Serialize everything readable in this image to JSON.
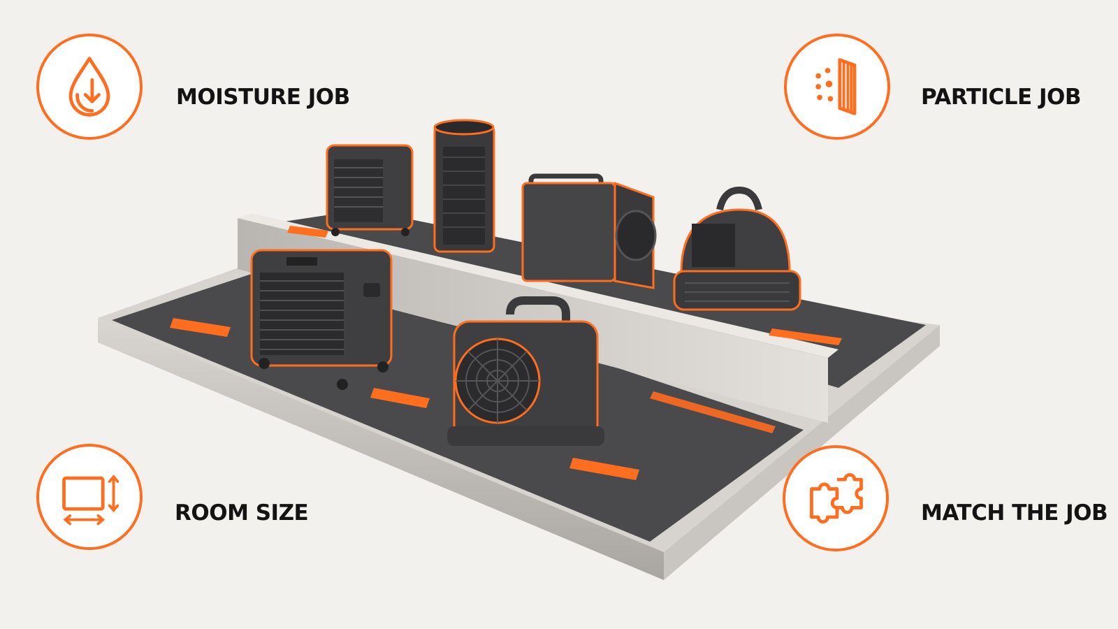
{
  "features": [
    {
      "label": "MOISTURE JOB",
      "icon": "water-drop-down-arrow-icon"
    },
    {
      "label": "PARTICLE JOB",
      "icon": "filter-particles-icon"
    },
    {
      "label": "ROOM SIZE",
      "icon": "room-dimensions-icon"
    },
    {
      "label": "MATCH THE JOB",
      "icon": "puzzle-pieces-icon"
    }
  ],
  "colors": {
    "accent": "#ff6d1f",
    "equipment": "#3f3f41",
    "mat": "#4a4a4c",
    "background": "#f3f1ee"
  },
  "equipment": [
    "dehumidifier",
    "air-scrubber-cylinder",
    "air-scrubber-box",
    "air-mover",
    "dehumidifier-large",
    "axial-fan"
  ]
}
